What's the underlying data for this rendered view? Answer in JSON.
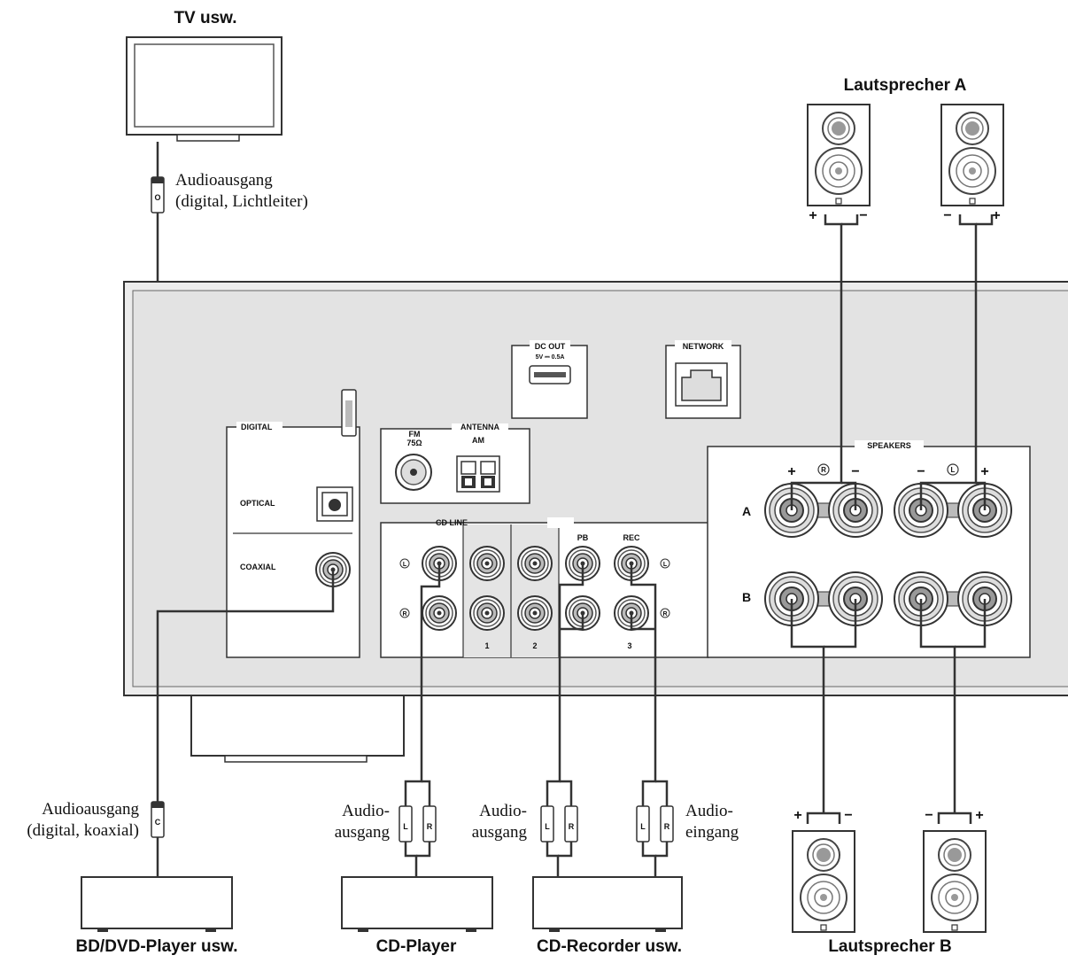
{
  "titles": {
    "tv": "TV usw.",
    "speakers_a": "Lautsprecher A",
    "speakers_b": "Lautsprecher B",
    "bd_player": "BD/DVD-Player usw.",
    "cd_player": "CD-Player",
    "cd_recorder": "CD-Recorder usw."
  },
  "captions": {
    "tv_out_1": "Audioausgang",
    "tv_out_2": "(digital, Lichtleiter)",
    "bd_out_1": "Audioausgang",
    "bd_out_2": "(digital, koaxial)",
    "cd_out_1": "Audio-",
    "cd_out_2": "ausgang",
    "rec_out_1": "Audio-",
    "rec_out_2": "ausgang",
    "rec_in_1": "Audio-",
    "rec_in_2": "eingang"
  },
  "panel": {
    "dc_out": "DC OUT",
    "dc_out_spec": "5V ⎓ 0.5A",
    "network": "NETWORK",
    "digital": "DIGITAL",
    "optical": "OPTICAL",
    "coaxial": "COAXIAL",
    "antenna": "ANTENNA",
    "fm": "FM",
    "fm_ohm": "75Ω",
    "am": "AM",
    "cd_line": "CD LINE",
    "pb": "PB",
    "rec": "REC",
    "line_1": "1",
    "line_2": "2",
    "line_3": "3",
    "speakers": "SPEAKERS",
    "row_a": "A",
    "row_b": "B",
    "plus": "+",
    "minus": "−",
    "right": "R",
    "left": "L",
    "plug_o": "O",
    "plug_c": "C"
  }
}
